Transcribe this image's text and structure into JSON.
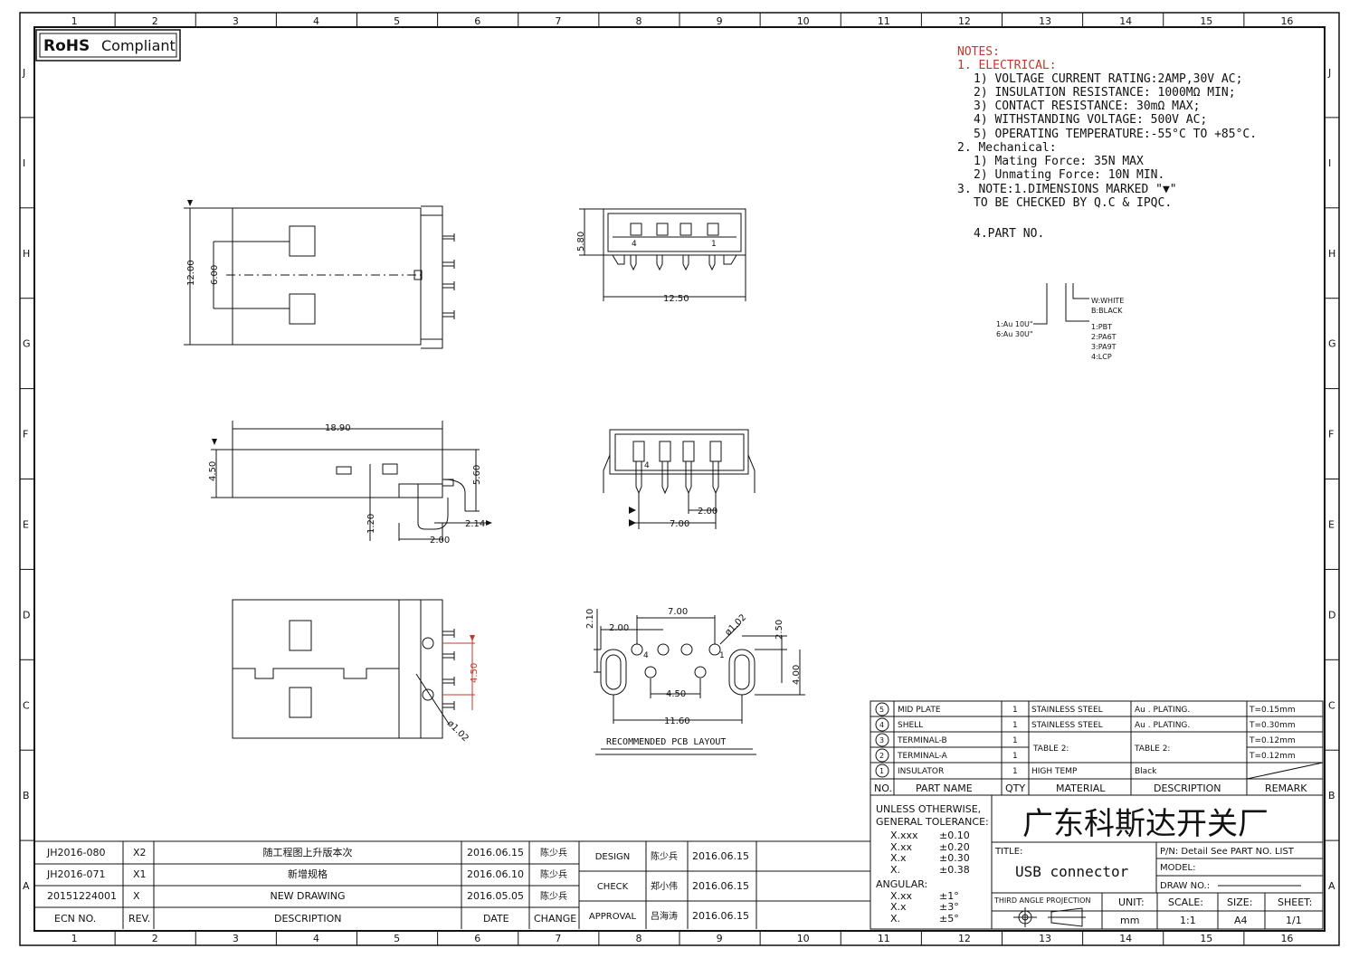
{
  "colors": {
    "ink": "#111111",
    "accent_red": "#c0392b",
    "paper": "#ffffff"
  },
  "border": {
    "columns": [
      "1",
      "2",
      "3",
      "4",
      "5",
      "6",
      "7",
      "8",
      "9",
      "10",
      "11",
      "12",
      "13",
      "14",
      "15",
      "16"
    ],
    "rows": [
      "J",
      "I",
      "H",
      "G",
      "F",
      "E",
      "D",
      "C",
      "B",
      "A"
    ]
  },
  "rohs": {
    "bold": "RoHS",
    "text": "Compliant"
  },
  "notes": {
    "heading": "NOTES:",
    "lines": [
      "1. ELECTRICAL:",
      "1) VOLTAGE CURRENT RATING:2AMP,30V AC;",
      "2) INSULATION RESISTANCE: 1000MΩ MIN;",
      "3) CONTACT RESISTANCE: 30mΩ MAX;",
      "4) WITHSTANDING VOLTAGE: 500V AC;",
      "5) OPERATING TEMPERATURE:-55°C TO +85°C.",
      "2. Mechanical:",
      "1) Mating Force:  35N MAX",
      "2) Unmating Force:  10N MIN.",
      "3. NOTE:1.DIMENSIONS MARKED \"▼\"",
      "TO BE CHECKED BY Q.C & IPQC.",
      "4.PART NO."
    ]
  },
  "part_code": {
    "color_labels": [
      "W:WHITE",
      "B:BLACK"
    ],
    "plating_labels": [
      "1:Au 10U\"",
      "6:Au 30U\""
    ],
    "material_labels": [
      "1:PBT",
      "2:PA6T",
      "3:PA9T",
      "4:LCP"
    ]
  },
  "dimensions": {
    "top_view": [
      "12.00",
      "6.00"
    ],
    "front_view": [
      "5.80",
      "12.50",
      "4",
      "1"
    ],
    "side_view": [
      "18.90",
      "4.50",
      "5.60",
      "1.20",
      "2.14",
      "2.00"
    ],
    "rear_view": [
      "2.00",
      "7.00",
      "4"
    ],
    "bottom_view": [
      "4.50",
      "ø1.02"
    ],
    "pcb": [
      "7.00",
      "2.10",
      "2.00",
      "ø1.02",
      "2.50",
      "4.00",
      "4.50",
      "11.60",
      "4",
      "1"
    ],
    "pcb_caption": "RECOMMENDED PCB LAYOUT"
  },
  "bom": {
    "rows": [
      {
        "no": "5",
        "part": "MID PLATE",
        "qty": "1",
        "material": "STAINLESS STEEL",
        "desc": "Au . PLATING.",
        "remark": "T=0.15mm"
      },
      {
        "no": "4",
        "part": "SHELL",
        "qty": "1",
        "material": "STAINLESS STEEL",
        "desc": "Au . PLATING.",
        "remark": "T=0.30mm"
      },
      {
        "no": "3",
        "part": "TERMINAL-B",
        "qty": "1",
        "material": "",
        "desc": "",
        "remark": "T=0.12mm"
      },
      {
        "no": "2",
        "part": "TERMINAL-A",
        "qty": "1",
        "material": "",
        "desc": "",
        "remark": "T=0.12mm"
      },
      {
        "no": "1",
        "part": "INSULATOR",
        "qty": "1",
        "material": "HIGH TEMP",
        "desc": "Black",
        "remark": ""
      }
    ],
    "merged_material": "TABLE 2:",
    "merged_desc": "TABLE 2:",
    "headers": [
      "NO.",
      "PART NAME",
      "QTY",
      "MATERIAL",
      "DESCRIPTION",
      "REMARK"
    ]
  },
  "tolerance": {
    "title1": "UNLESS OTHERWISE,",
    "title2": "GENERAL TOLERANCE:",
    "linear": [
      [
        "X.xxx",
        "±0.10"
      ],
      [
        "X.xx",
        "±0.20"
      ],
      [
        "X.x",
        "±0.30"
      ],
      [
        "X.",
        "±0.38"
      ]
    ],
    "angular_label": "ANGULAR:",
    "angular": [
      [
        "X.xx",
        "±1°"
      ],
      [
        "X.x",
        "±3°"
      ],
      [
        "X.",
        "±5°"
      ]
    ]
  },
  "title_block": {
    "company": "广东科斯达开关厂",
    "title_label": "TITLE:",
    "title_value": "USB connector",
    "pn": "P/N: Detail  See  PART  NO.  LIST",
    "model": "MODEL:",
    "draw_no": "DRAW  NO.:",
    "projection": "THIRD  ANGLE  PROJECTION",
    "unit_label": "UNIT:",
    "unit_value": "mm",
    "scale_label": "SCALE:",
    "scale_value": "1:1",
    "size_label": "SIZE:",
    "size_value": "A4",
    "sheet_label": "SHEET:",
    "sheet_value": "1/1"
  },
  "revisions": {
    "rows": [
      {
        "ecn": "JH2016-080",
        "rev": "X2",
        "desc": "随工程图上升版本次",
        "date": "2016.06.15",
        "by": "陈少兵"
      },
      {
        "ecn": "JH2016-071",
        "rev": "X1",
        "desc": "新增规格",
        "date": "2016.06.10",
        "by": "陈少兵"
      },
      {
        "ecn": "20151224001",
        "rev": "X",
        "desc": "NEW  DRAWING",
        "date": "2016.05.05",
        "by": "陈少兵"
      }
    ],
    "headers": [
      "ECN  NO.",
      "REV.",
      "DESCRIPTION",
      "DATE",
      "CHANGE"
    ]
  },
  "approvals": [
    {
      "role": "DESIGN",
      "name": "陈少兵",
      "date": "2016.06.15"
    },
    {
      "role": "CHECK",
      "name": "郑小伟",
      "date": "2016.06.15"
    },
    {
      "role": "APPROVAL",
      "name": "吕海涛",
      "date": "2016.06.15"
    }
  ]
}
